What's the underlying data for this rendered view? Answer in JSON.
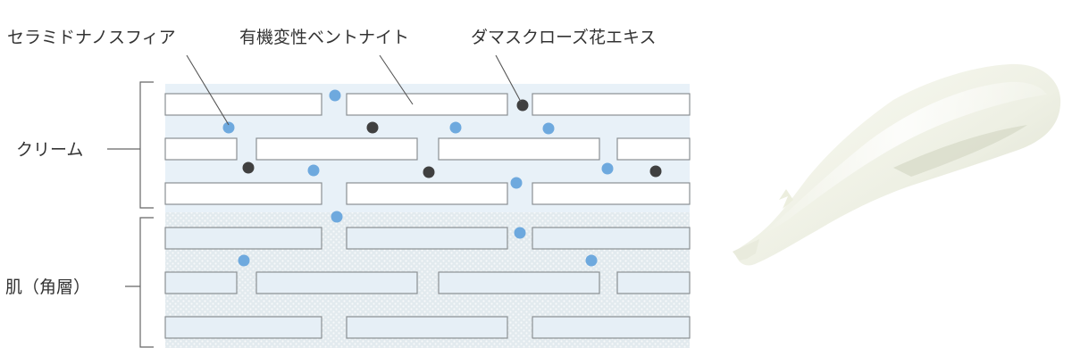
{
  "diagram": {
    "callouts": {
      "ceramide": "セラミドナノスフィア",
      "bentonite": "有機変性ベントナイト",
      "damask": "ダマスクローズ花エキス"
    },
    "layers": {
      "cream": "クリーム",
      "skin": "肌（角層）"
    },
    "colors": {
      "cream_background": "#e8f1f8",
      "skin_background": "#dde6ea",
      "cell_fill": "#ffffff",
      "skin_cell_fill": "#e6eff6",
      "cell_stroke": "#8a8f93",
      "ceramide_dot": "#6ea9de",
      "damask_dot": "#404040",
      "line": "#555555"
    }
  }
}
